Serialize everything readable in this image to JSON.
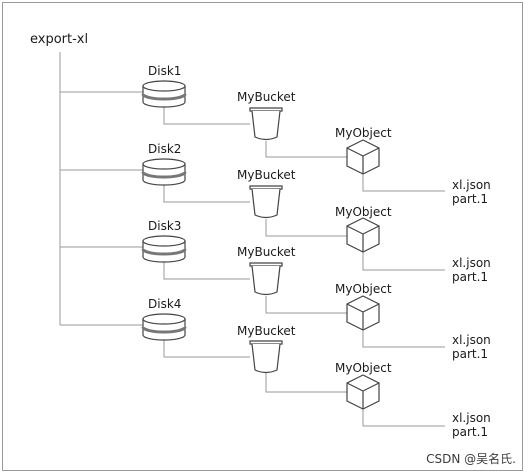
{
  "root": {
    "label": "export-xl"
  },
  "groups": [
    {
      "disk": "Disk1",
      "bucket": "MyBucket",
      "object": "MyObject",
      "files": [
        "xl.json",
        "part.1"
      ]
    },
    {
      "disk": "Disk2",
      "bucket": "MyBucket",
      "object": "MyObject",
      "files": [
        "xl.json",
        "part.1"
      ]
    },
    {
      "disk": "Disk3",
      "bucket": "MyBucket",
      "object": "MyObject",
      "files": [
        "xl.json",
        "part.1"
      ]
    },
    {
      "disk": "Disk4",
      "bucket": "MyBucket",
      "object": "MyObject",
      "files": [
        "xl.json",
        "part.1"
      ]
    }
  ],
  "colors": {
    "line": "#9a9a9a",
    "icon_stroke": "#444444",
    "text": "#1a1a1a"
  },
  "icons": {
    "disk": "disk-icon",
    "bucket": "bucket-icon",
    "object": "cube-icon"
  },
  "watermark": "CSDN @吴名氏."
}
